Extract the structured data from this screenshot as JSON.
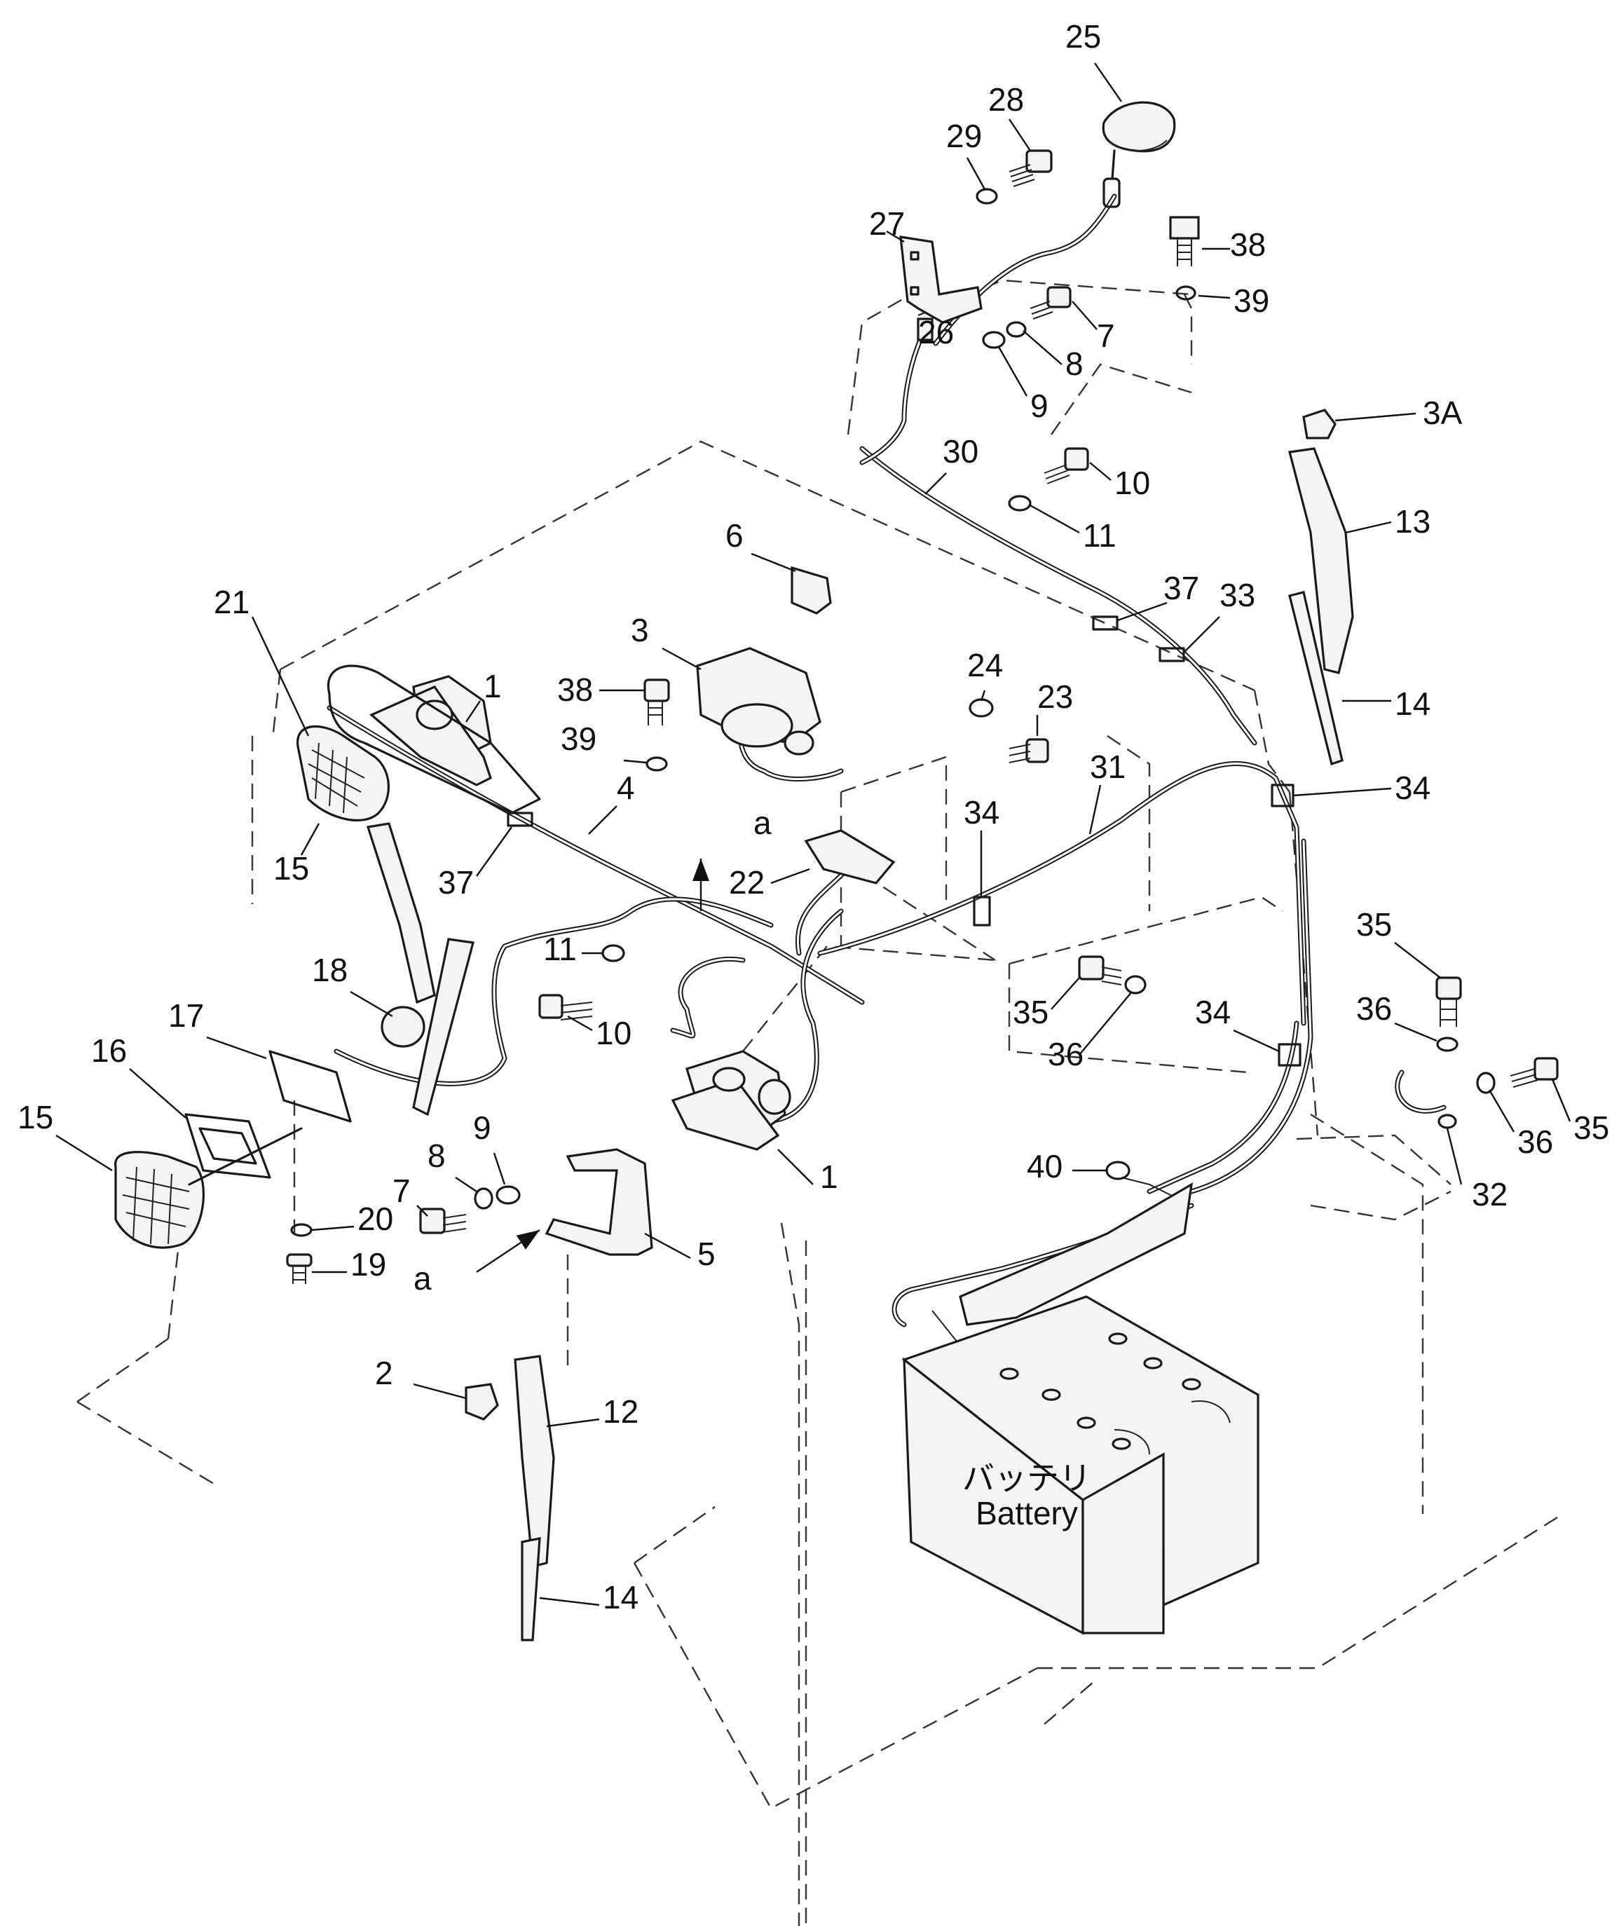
{
  "diagram": {
    "callouts": [
      {
        "id": "c25",
        "text": "25"
      },
      {
        "id": "c28",
        "text": "28"
      },
      {
        "id": "c29",
        "text": "29"
      },
      {
        "id": "c27",
        "text": "27"
      },
      {
        "id": "c38a",
        "text": "38"
      },
      {
        "id": "c39a",
        "text": "39"
      },
      {
        "id": "c26",
        "text": "26"
      },
      {
        "id": "c7a",
        "text": "7"
      },
      {
        "id": "c8a",
        "text": "8"
      },
      {
        "id": "c9a",
        "text": "9"
      },
      {
        "id": "c3A",
        "text": "3A"
      },
      {
        "id": "c30",
        "text": "30"
      },
      {
        "id": "c10a",
        "text": "10"
      },
      {
        "id": "c11a",
        "text": "11"
      },
      {
        "id": "c13",
        "text": "13"
      },
      {
        "id": "c6",
        "text": "6"
      },
      {
        "id": "c37a",
        "text": "37"
      },
      {
        "id": "c33",
        "text": "33"
      },
      {
        "id": "c21",
        "text": "21"
      },
      {
        "id": "c3",
        "text": "3"
      },
      {
        "id": "c14a",
        "text": "14"
      },
      {
        "id": "c1a",
        "text": "1"
      },
      {
        "id": "c38b",
        "text": "38"
      },
      {
        "id": "c24",
        "text": "24"
      },
      {
        "id": "c23",
        "text": "23"
      },
      {
        "id": "c39b",
        "text": "39"
      },
      {
        "id": "c31",
        "text": "31"
      },
      {
        "id": "c4",
        "text": "4"
      },
      {
        "id": "c34a",
        "text": "34"
      },
      {
        "id": "c15a",
        "text": "15"
      },
      {
        "id": "c37b",
        "text": "37"
      },
      {
        "id": "c34b",
        "text": "34"
      },
      {
        "id": "c22",
        "text": "22"
      },
      {
        "id": "c35a",
        "text": "35"
      },
      {
        "id": "c18",
        "text": "18"
      },
      {
        "id": "c11b",
        "text": "11"
      },
      {
        "id": "c36a",
        "text": "36"
      },
      {
        "id": "c35b",
        "text": "35"
      },
      {
        "id": "c34c",
        "text": "34"
      },
      {
        "id": "c10b",
        "text": "10"
      },
      {
        "id": "c36b",
        "text": "36"
      },
      {
        "id": "c17",
        "text": "17"
      },
      {
        "id": "c16",
        "text": "16"
      },
      {
        "id": "c36c",
        "text": "36"
      },
      {
        "id": "c35c",
        "text": "35"
      },
      {
        "id": "c15b",
        "text": "15"
      },
      {
        "id": "c9b",
        "text": "9"
      },
      {
        "id": "c40",
        "text": "40"
      },
      {
        "id": "c8b",
        "text": "8"
      },
      {
        "id": "c1b",
        "text": "1"
      },
      {
        "id": "c32",
        "text": "32"
      },
      {
        "id": "c7b",
        "text": "7"
      },
      {
        "id": "c20",
        "text": "20"
      },
      {
        "id": "c5",
        "text": "5"
      },
      {
        "id": "c19",
        "text": "19"
      },
      {
        "id": "c2",
        "text": "2"
      },
      {
        "id": "c12",
        "text": "12"
      },
      {
        "id": "c14b",
        "text": "14"
      }
    ],
    "section_marks": [
      {
        "id": "sa1",
        "text": "a"
      },
      {
        "id": "sa2",
        "text": "a"
      }
    ],
    "battery": {
      "label_jp": "バッテリ",
      "label_en": "Battery"
    }
  }
}
